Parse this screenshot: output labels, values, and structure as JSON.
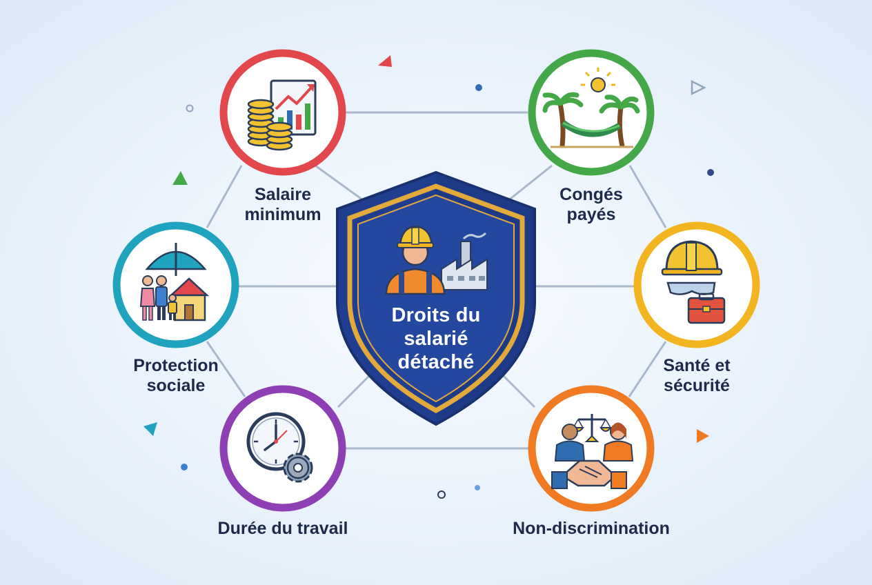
{
  "center": {
    "title": "Droits du\nsalarié\ndétaché",
    "colors": {
      "shield_fill": "#1f3e8f",
      "shield_border": "#e3a93b"
    }
  },
  "nodes": [
    {
      "id": "salaire-minimum",
      "label": "Salaire\nminimum",
      "ring_color": "#e2474b",
      "icon": "coins-chart-icon"
    },
    {
      "id": "conges-payes",
      "label": "Congés\npayés",
      "ring_color": "#45a848",
      "icon": "palm-hammock-icon"
    },
    {
      "id": "protection-sociale",
      "label": "Protection\nsociale",
      "ring_color": "#1fa3bf",
      "icon": "umbrella-family-icon"
    },
    {
      "id": "sante-securite",
      "label": "Santé et\nsécurité",
      "ring_color": "#f2b51f",
      "icon": "hardhat-goggles-toolbox-icon"
    },
    {
      "id": "duree-travail",
      "label": "Durée du travail",
      "ring_color": "#8e3fb4",
      "icon": "clock-gear-icon"
    },
    {
      "id": "non-discrimination",
      "label": "Non-discrimination",
      "ring_color": "#ef7a22",
      "icon": "scales-handshake-icon"
    }
  ]
}
